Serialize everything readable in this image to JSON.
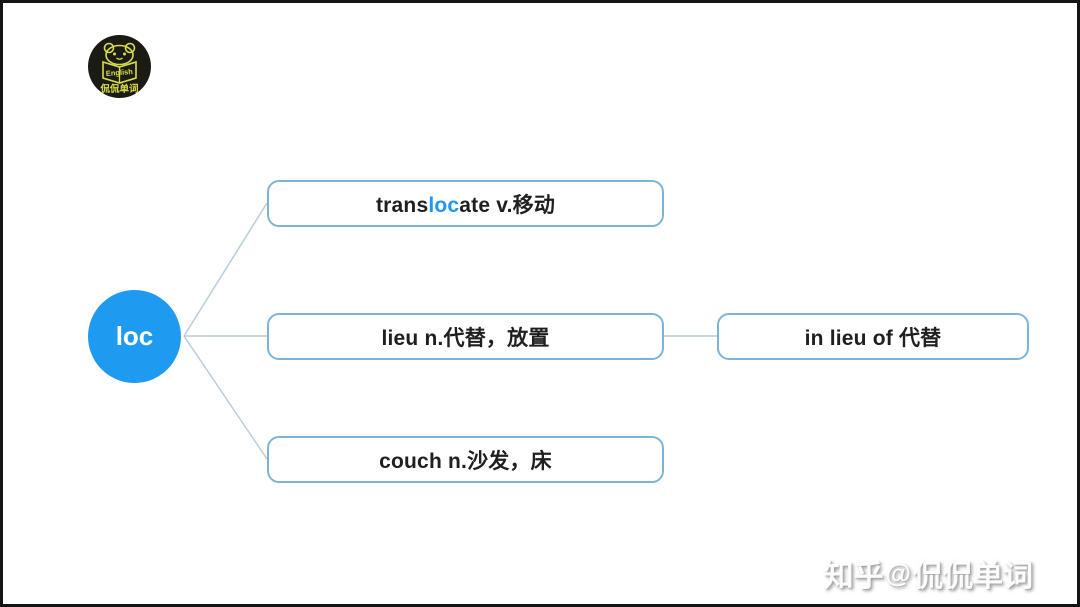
{
  "page": {
    "background": "#ffffff",
    "frame_color": "#141414"
  },
  "logo": {
    "book_label": "English",
    "brand_text": "侃侃单词",
    "bg_color": "#1b1b14",
    "fg_color": "#d9dd49"
  },
  "mindmap": {
    "root": {
      "label": "loc",
      "fill_color": "#1e9bf0",
      "text_color": "#ffffff"
    },
    "nodes": [
      {
        "id": "translocate",
        "prefix": "trans",
        "highlight": "loc",
        "suffix": "ate v.移动"
      },
      {
        "id": "lieu",
        "text": "lieu n.代替，放置"
      },
      {
        "id": "couch",
        "text": "couch n.沙发，床"
      }
    ],
    "subnodes": [
      {
        "id": "in-lieu-of",
        "parent": "lieu",
        "text": "in lieu of 代替"
      }
    ],
    "colors": {
      "box_border": "#7cb4d8",
      "connector_line": "#b9cedb",
      "highlight_blue": "#2196f3",
      "node_text": "#1f1f1f"
    }
  },
  "watermark": {
    "site": "知乎",
    "at_symbol": "@",
    "account": "侃侃单词"
  }
}
